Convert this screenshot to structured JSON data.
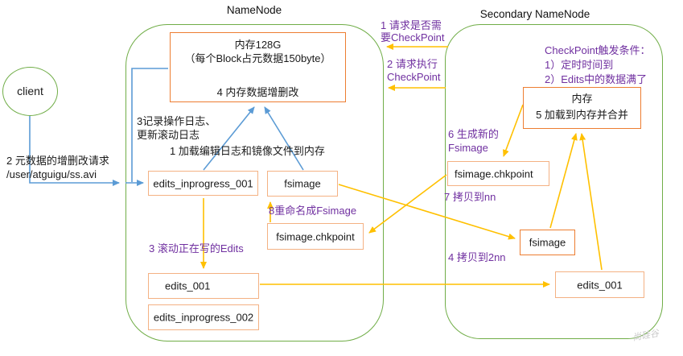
{
  "titles": {
    "namenode": "NameNode",
    "secondary": "Secondary NameNode"
  },
  "client": {
    "label": "client",
    "request_line1": "2 元数据的增删改请求",
    "request_line2": "/user/atguigu/ss.avi"
  },
  "namenode": {
    "memory_box": {
      "line1": "内存128G",
      "line2": "（每个Block占元数据150byte）",
      "line3": "4 内存数据增删改"
    },
    "note_record_log_line1": "3记录操作日志、",
    "note_record_log_line2": "更新滚动日志",
    "note_load": "1 加载编辑日志和镜像文件到内存",
    "box_edits_inprogress_001": "edits_inprogress_001",
    "box_fsimage": "fsimage",
    "note_rename": "8重命名成Fsimage",
    "box_fsimage_chkpoint": "fsimage.chkpoint",
    "note_roll_edits": "3 滚动正在写的Edits",
    "box_edits_001": "edits_001",
    "box_edits_inprogress_002": "edits_inprogress_002"
  },
  "secondary": {
    "note_request1_line1": "1 请求是否需",
    "note_request1_line2": "要CheckPoint",
    "note_request2_line1": "2 请求执行",
    "note_request2_line2": "CheckPoint",
    "trigger_line1": "CheckPoint触发条件：",
    "trigger_line2": "1）定时时间到",
    "trigger_line3": "2）Edits中的数据满了",
    "memory_box": {
      "line1": "内存",
      "line2": "5 加载到内存并合并"
    },
    "note_generate_line1": "6 生成新的",
    "note_generate_line2": "Fsimage",
    "box_fsimage_chkpoint": "fsimage.chkpoint",
    "note_copy_nn": "7 拷贝到nn",
    "box_fsimage": "fsimage",
    "note_copy_2nn": "4 拷贝到2nn",
    "box_edits_001": "edits_001"
  },
  "watermark": "尚硅谷",
  "colors": {
    "container_green": "#70AD47",
    "arrow_blue": "#5B9BD5",
    "arrow_gold": "#FFC000",
    "box_orange": "#ED7D31",
    "box_orange_light": "#F4B183",
    "note_purple": "#7030A0"
  }
}
